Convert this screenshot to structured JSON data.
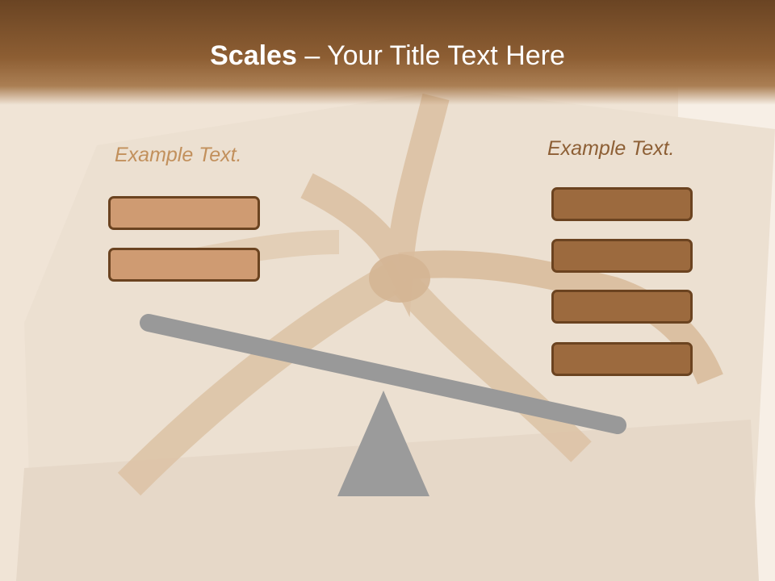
{
  "slide": {
    "title_bold": "Scales",
    "title_rest": " – Your Title Text Here",
    "left_label": "Example Text.",
    "right_label": "Example Text.",
    "left_box_count": 2,
    "right_box_count": 4
  },
  "colors": {
    "title_bar": "#8d5e33",
    "left_box_fill": "#cf9b72",
    "right_box_fill": "#9c6a3e",
    "box_border": "#6b4320",
    "beam": "#999999",
    "fulcrum": "#9b9b9b",
    "left_label": "#c2905c",
    "right_label": "#8d5f35"
  },
  "icons": {
    "background": "gift-box-with-ribbon-image",
    "balance": "seesaw-scale"
  }
}
